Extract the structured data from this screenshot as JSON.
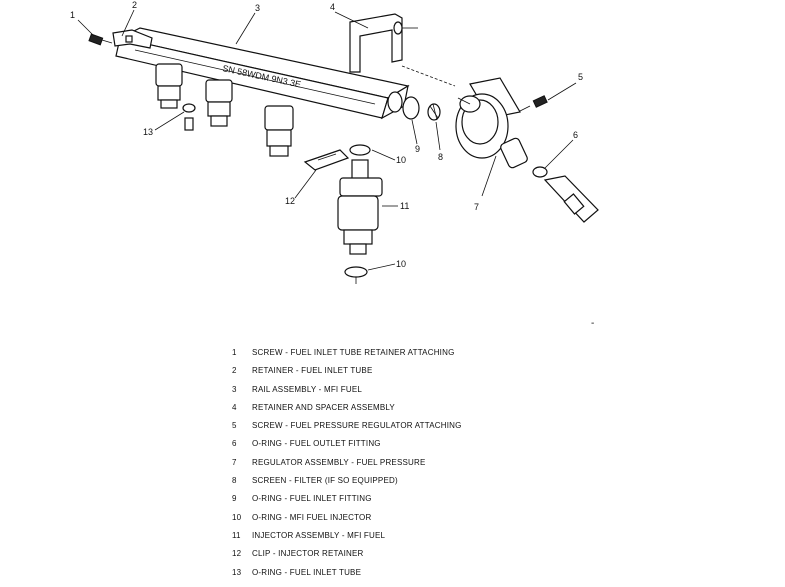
{
  "callouts": [
    "1",
    "2",
    "3",
    "4",
    "5",
    "6",
    "7",
    "8",
    "9",
    "10",
    "11",
    "12",
    "13"
  ],
  "legend": [
    {
      "num": "1",
      "text": "SCREW - FUEL INLET TUBE RETAINER ATTACHING"
    },
    {
      "num": "2",
      "text": "RETAINER - FUEL INLET TUBE"
    },
    {
      "num": "3",
      "text": "RAIL ASSEMBLY - MFI FUEL"
    },
    {
      "num": "4",
      "text": "RETAINER AND SPACER ASSEMBLY"
    },
    {
      "num": "5",
      "text": "SCREW - FUEL PRESSURE REGULATOR ATTACHING"
    },
    {
      "num": "6",
      "text": "O-RING - FUEL OUTLET FITTING"
    },
    {
      "num": "7",
      "text": "REGULATOR ASSEMBLY - FUEL PRESSURE"
    },
    {
      "num": "8",
      "text": "SCREEN - FILTER (IF SO EQUIPPED)"
    },
    {
      "num": "9",
      "text": "O-RING - FUEL INLET FITTING"
    },
    {
      "num": "10",
      "text": "O-RING - MFI FUEL INJECTOR"
    },
    {
      "num": "11",
      "text": "INJECTOR ASSEMBLY - MFI FUEL"
    },
    {
      "num": "12",
      "text": "CLIP - INJECTOR RETAINER"
    },
    {
      "num": "13",
      "text": "O-RING - FUEL INLET TUBE"
    }
  ],
  "rail_stamp": "SN 58WDM 9N3 3E",
  "mark": "-"
}
